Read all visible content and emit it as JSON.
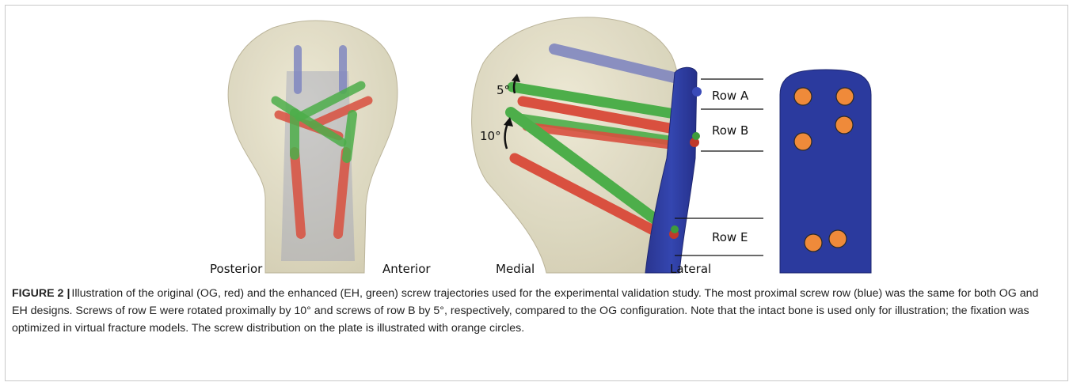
{
  "figure": {
    "labels": {
      "posterior": "Posterior",
      "anterior": "Anterior",
      "medial": "Medial",
      "lateral": "Lateral",
      "row_a": "Row A",
      "row_b": "Row B",
      "row_e": "Row E",
      "angle_5": "5°",
      "angle_10": "10°"
    },
    "colors": {
      "bone": "#ddd8bd",
      "og_screw": "#d9503f",
      "eh_screw": "#4dae4a",
      "proximal_screw": "#7b82bf",
      "plate": "#2b3a9e",
      "hole": "#ef8a3a"
    }
  },
  "caption": {
    "figure_number": "FIGURE 2",
    "separator": "|",
    "text": "Illustration of the original (OG, red) and the enhanced (EH, green) screw trajectories used for the experimental validation study. The most proximal screw row (blue) was the same for both OG and EH designs. Screws of row E were rotated proximally by 10° and screws of row B by 5°, respectively, compared to the OG configuration. Note that the intact bone is used only for illustration; the fixation was optimized in virtual fracture models. The screw distribution on the plate is illustrated with orange circles."
  }
}
